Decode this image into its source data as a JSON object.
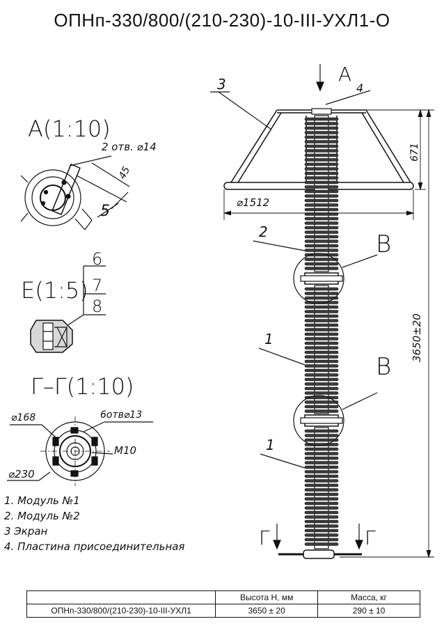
{
  "title": "ОПНп-330/800/(210-230)-10-III-УХЛ1-О",
  "views": {
    "a_title": "А(1:10)",
    "a_holes": "2 отв. ⌀14",
    "a_dim_45": "45",
    "a_dim_5": "5",
    "e_title": "Е(1:5)",
    "e_parts": [
      "6",
      "7",
      "8"
    ],
    "g_title": "Г–Г(1:10)",
    "g_d168": "⌀168",
    "g_holes": "6отв⌀13",
    "g_m10": "М10",
    "g_d230": "⌀230"
  },
  "main": {
    "arrow_a": "А",
    "arrow_a_num": "4",
    "pos_3": "3",
    "pos_2": "2",
    "pos_1a": "1",
    "pos_1b": "1",
    "callout_b1": "В",
    "callout_b2": "В",
    "dim_671": "671",
    "dim_1512": "⌀1512",
    "dim_height": "3650±20",
    "section_left": "Г",
    "section_right": "Г"
  },
  "legend": [
    "1. Модуль №1",
    "2. Модуль №2",
    "3   Экран",
    "4. Пластина присоединительная"
  ],
  "spec_table": {
    "headers": [
      "",
      "Высота Н, мм",
      "Масса, кг"
    ],
    "rows": [
      [
        "ОПНп-330/800/(210-230)-10-III-УХЛ1",
        "3650 ± 20",
        "290 ± 10"
      ]
    ]
  }
}
